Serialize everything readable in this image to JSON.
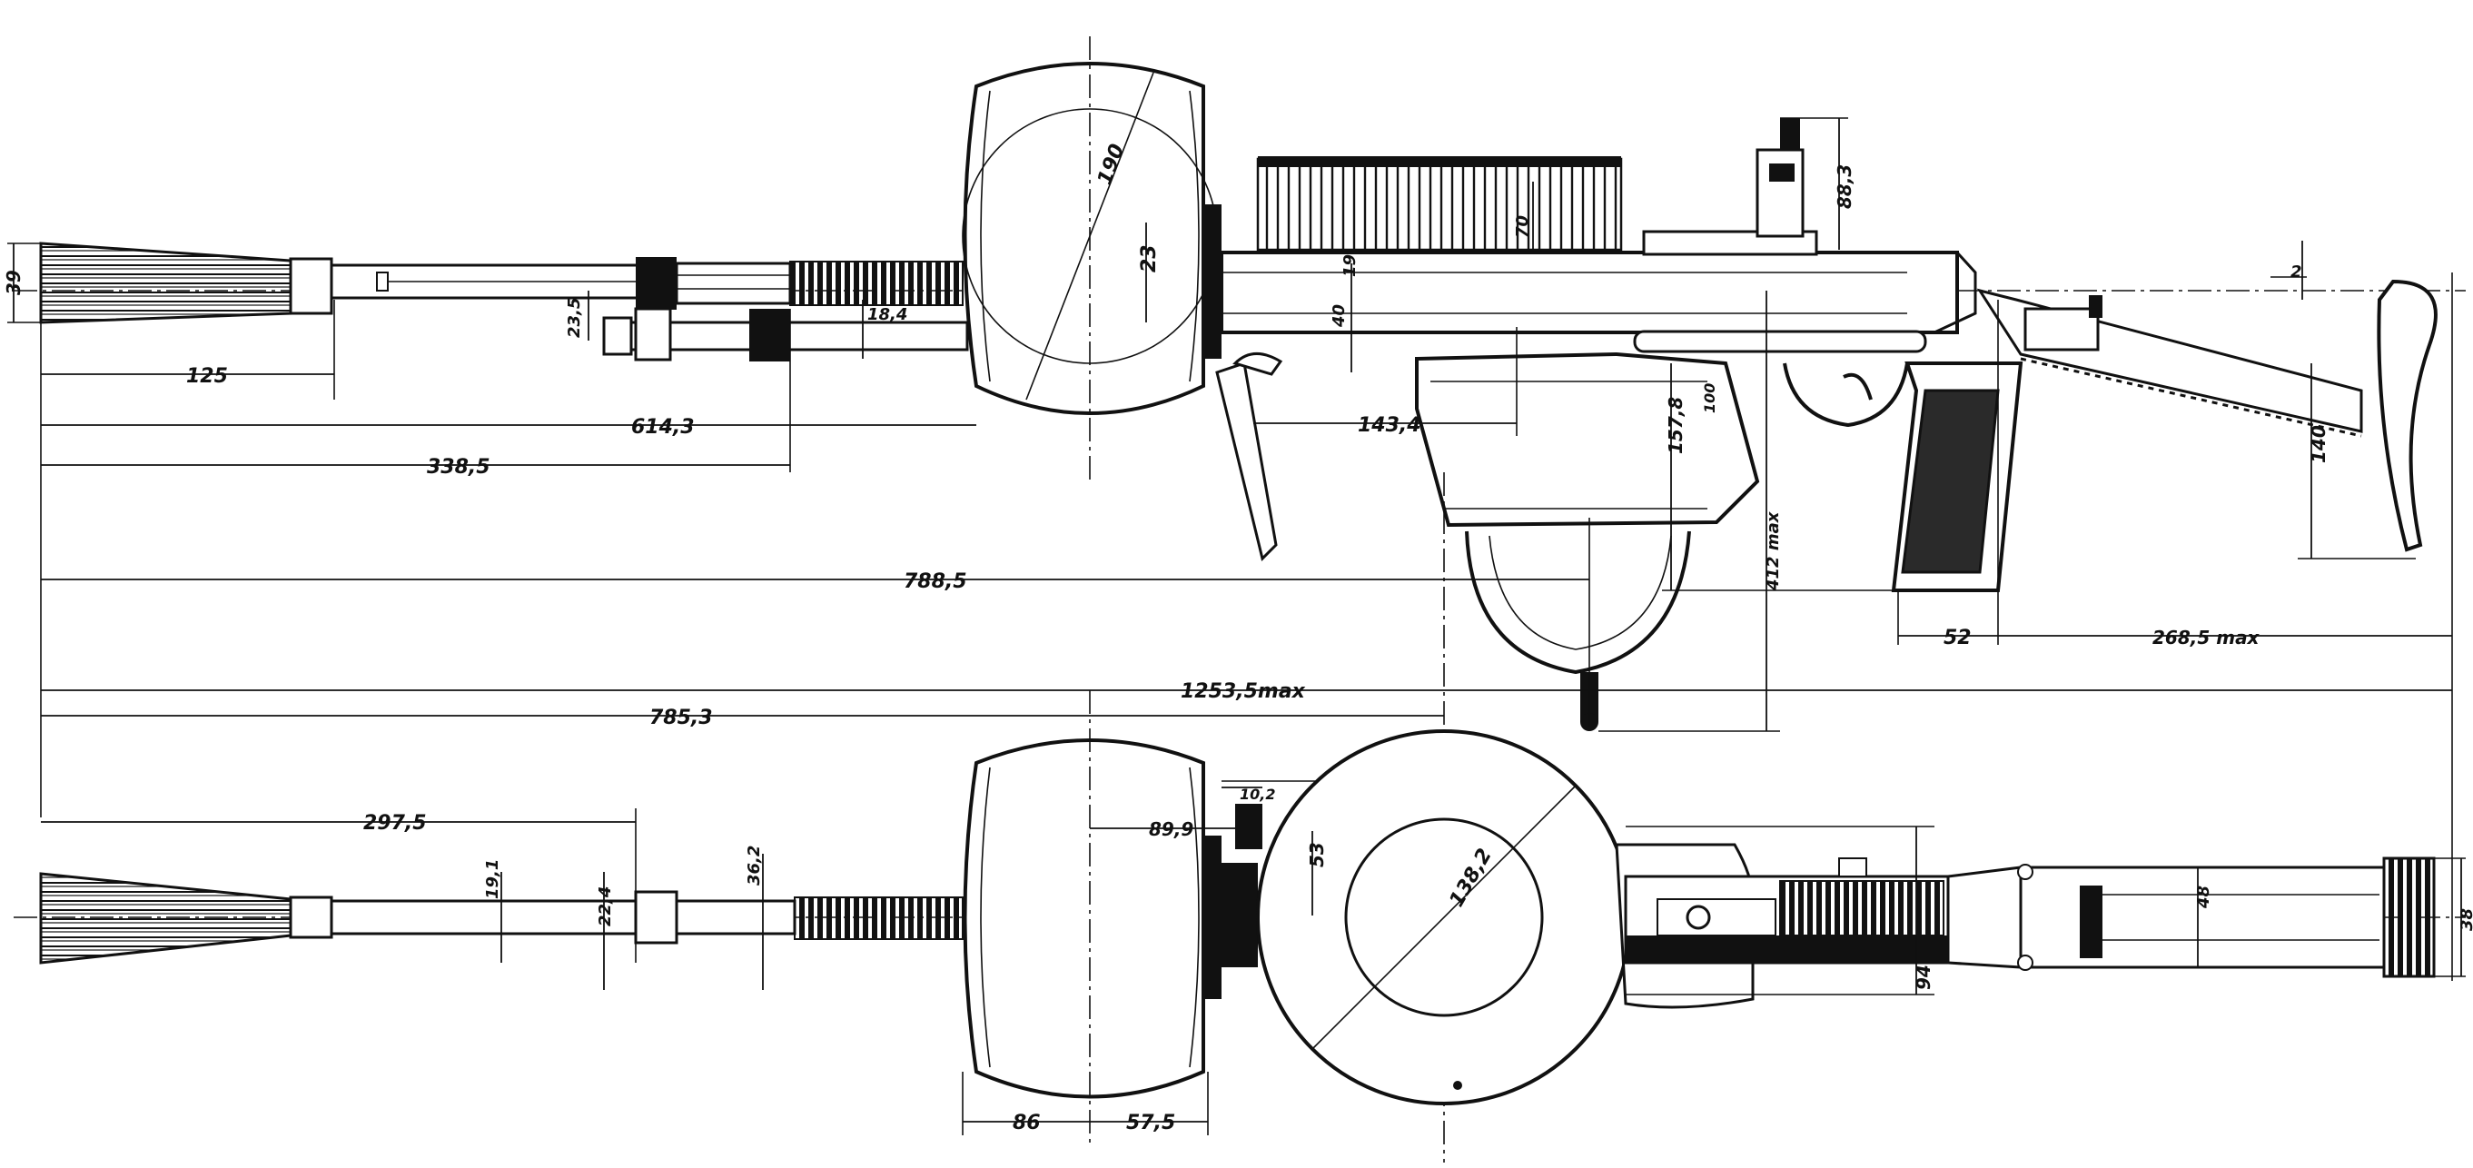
{
  "dimensions": {
    "top": [
      {
        "id": "d39",
        "text": "39"
      },
      {
        "id": "d125",
        "text": "125"
      },
      {
        "id": "d614",
        "text": "614,3"
      },
      {
        "id": "d338",
        "text": "338,5"
      },
      {
        "id": "d788",
        "text": "788,5"
      },
      {
        "id": "d23_5",
        "text": "23,5"
      },
      {
        "id": "d18_4",
        "text": "18,4"
      },
      {
        "id": "d190",
        "text": "190"
      },
      {
        "id": "d23",
        "text": "23"
      },
      {
        "id": "d1_0",
        "text": "19"
      },
      {
        "id": "d40",
        "text": "40"
      },
      {
        "id": "d70",
        "text": "70"
      },
      {
        "id": "d143",
        "text": "143,4"
      },
      {
        "id": "d157",
        "text": "157,8"
      },
      {
        "id": "d100",
        "text": "100"
      },
      {
        "id": "d412",
        "text": "412 max"
      },
      {
        "id": "d88",
        "text": "88,3"
      },
      {
        "id": "d2",
        "text": "2"
      },
      {
        "id": "d140",
        "text": "140"
      },
      {
        "id": "d52",
        "text": "52"
      },
      {
        "id": "d268",
        "text": "268,5 max"
      }
    ],
    "overall": [
      {
        "id": "d1253",
        "text": "1253,5max"
      },
      {
        "id": "d785",
        "text": "785,3"
      }
    ],
    "bottom": [
      {
        "id": "d297",
        "text": "297,5"
      },
      {
        "id": "d19_1",
        "text": "19,1"
      },
      {
        "id": "d22",
        "text": "22,4"
      },
      {
        "id": "d36",
        "text": "36,2"
      },
      {
        "id": "d89",
        "text": "89,9"
      },
      {
        "id": "d10",
        "text": "10,2"
      },
      {
        "id": "d53",
        "text": "53"
      },
      {
        "id": "d138",
        "text": "138,2"
      },
      {
        "id": "d48",
        "text": "48"
      },
      {
        "id": "d94",
        "text": "94"
      },
      {
        "id": "d38",
        "text": "38"
      },
      {
        "id": "d86",
        "text": "86"
      },
      {
        "id": "d575",
        "text": "57,5"
      }
    ]
  }
}
